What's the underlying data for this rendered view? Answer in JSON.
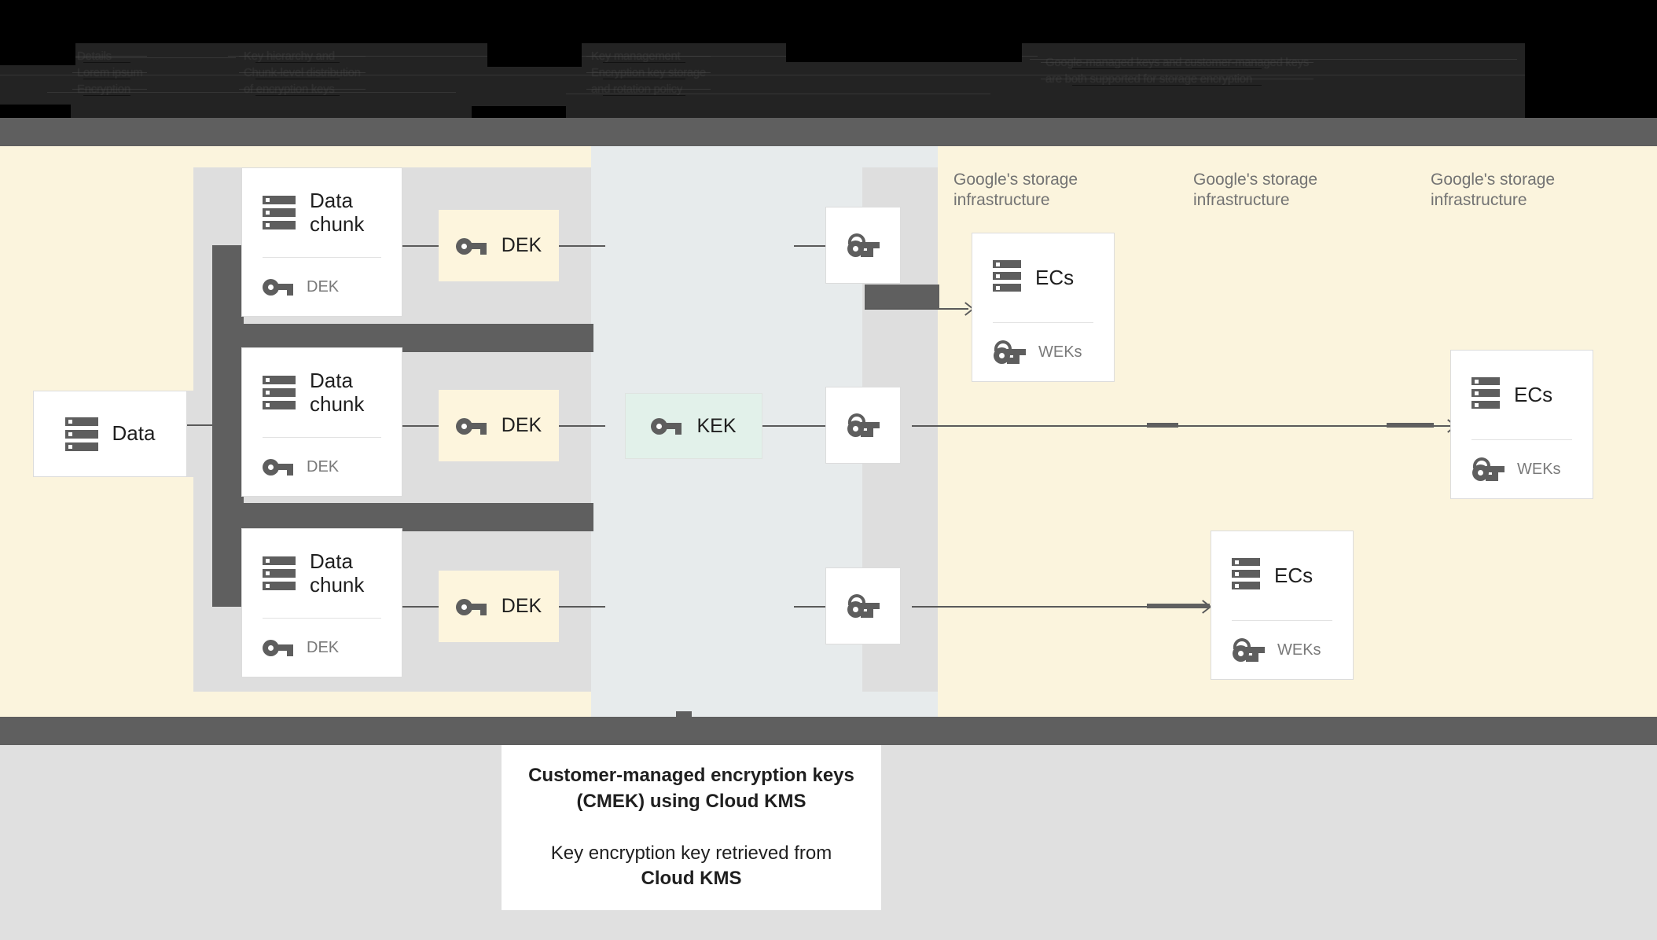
{
  "header": {
    "obscured": true,
    "note": "header text rendered dark-on-black and illegible",
    "columns": [
      {
        "lines": [
          "Details",
          "Lorem ipsum",
          "Encryption"
        ]
      },
      {
        "lines": [
          "Key hierarchy and",
          "Chunk-level distribution",
          "of encryption keys"
        ]
      },
      {
        "lines": [
          "Key management",
          "Encryption key storage",
          "and rotation policy"
        ]
      },
      {
        "lines": [
          "Google-managed keys and customer-managed keys",
          "are both supported for storage encryption"
        ]
      }
    ]
  },
  "diagram": {
    "source": {
      "label": "Data",
      "icon": "server-stack-icon"
    },
    "chunks": [
      {
        "title": "Data\nchunk",
        "key_label": "DEK",
        "icon": "server-stack-icon",
        "key_icon": "key-icon"
      },
      {
        "title": "Data\nchunk",
        "key_label": "DEK",
        "icon": "server-stack-icon",
        "key_icon": "key-icon"
      },
      {
        "title": "Data\nchunk",
        "key_label": "DEK",
        "icon": "server-stack-icon",
        "key_icon": "key-icon"
      }
    ],
    "deks": [
      {
        "label": "DEK",
        "icon": "key-icon"
      },
      {
        "label": "DEK",
        "icon": "key-icon"
      },
      {
        "label": "DEK",
        "icon": "key-icon"
      }
    ],
    "kek": {
      "label": "KEK",
      "icon": "key-icon"
    },
    "weks": [
      {
        "icon": "wrapped-key-icon"
      },
      {
        "icon": "wrapped-key-icon"
      },
      {
        "icon": "wrapped-key-icon"
      }
    ],
    "storage_labels": [
      "Google's storage\ninfrastructure",
      "Google's storage\ninfrastructure",
      "Google's storage\ninfrastructure"
    ],
    "ec_cards": [
      {
        "title": "ECs",
        "key_label": "WEKs",
        "icon": "server-stack-icon",
        "key_icon": "wrapped-key-icon"
      },
      {
        "title": "ECs",
        "key_label": "WEKs",
        "icon": "server-stack-icon",
        "key_icon": "wrapped-key-icon"
      },
      {
        "title": "ECs",
        "key_label": "WEKs",
        "icon": "server-stack-icon",
        "key_icon": "wrapped-key-icon"
      }
    ]
  },
  "caption": {
    "title": "Customer-managed encryption keys\n(CMEK) using Cloud KMS",
    "body_prefix": "Key encryption key retrieved from",
    "body_strong": "Cloud KMS"
  },
  "colors": {
    "cream": "#fbf4dd",
    "blue_gray": "#e7ebec",
    "light_gray": "#dedede",
    "dark_bar": "#5f5f5f",
    "dek_fill": "#fdf5dd",
    "kek_fill": "#e2f1ea",
    "icon_gray": "#5e5e5e",
    "label_gray": "#737373",
    "footer_gray": "#e0e0e0"
  }
}
